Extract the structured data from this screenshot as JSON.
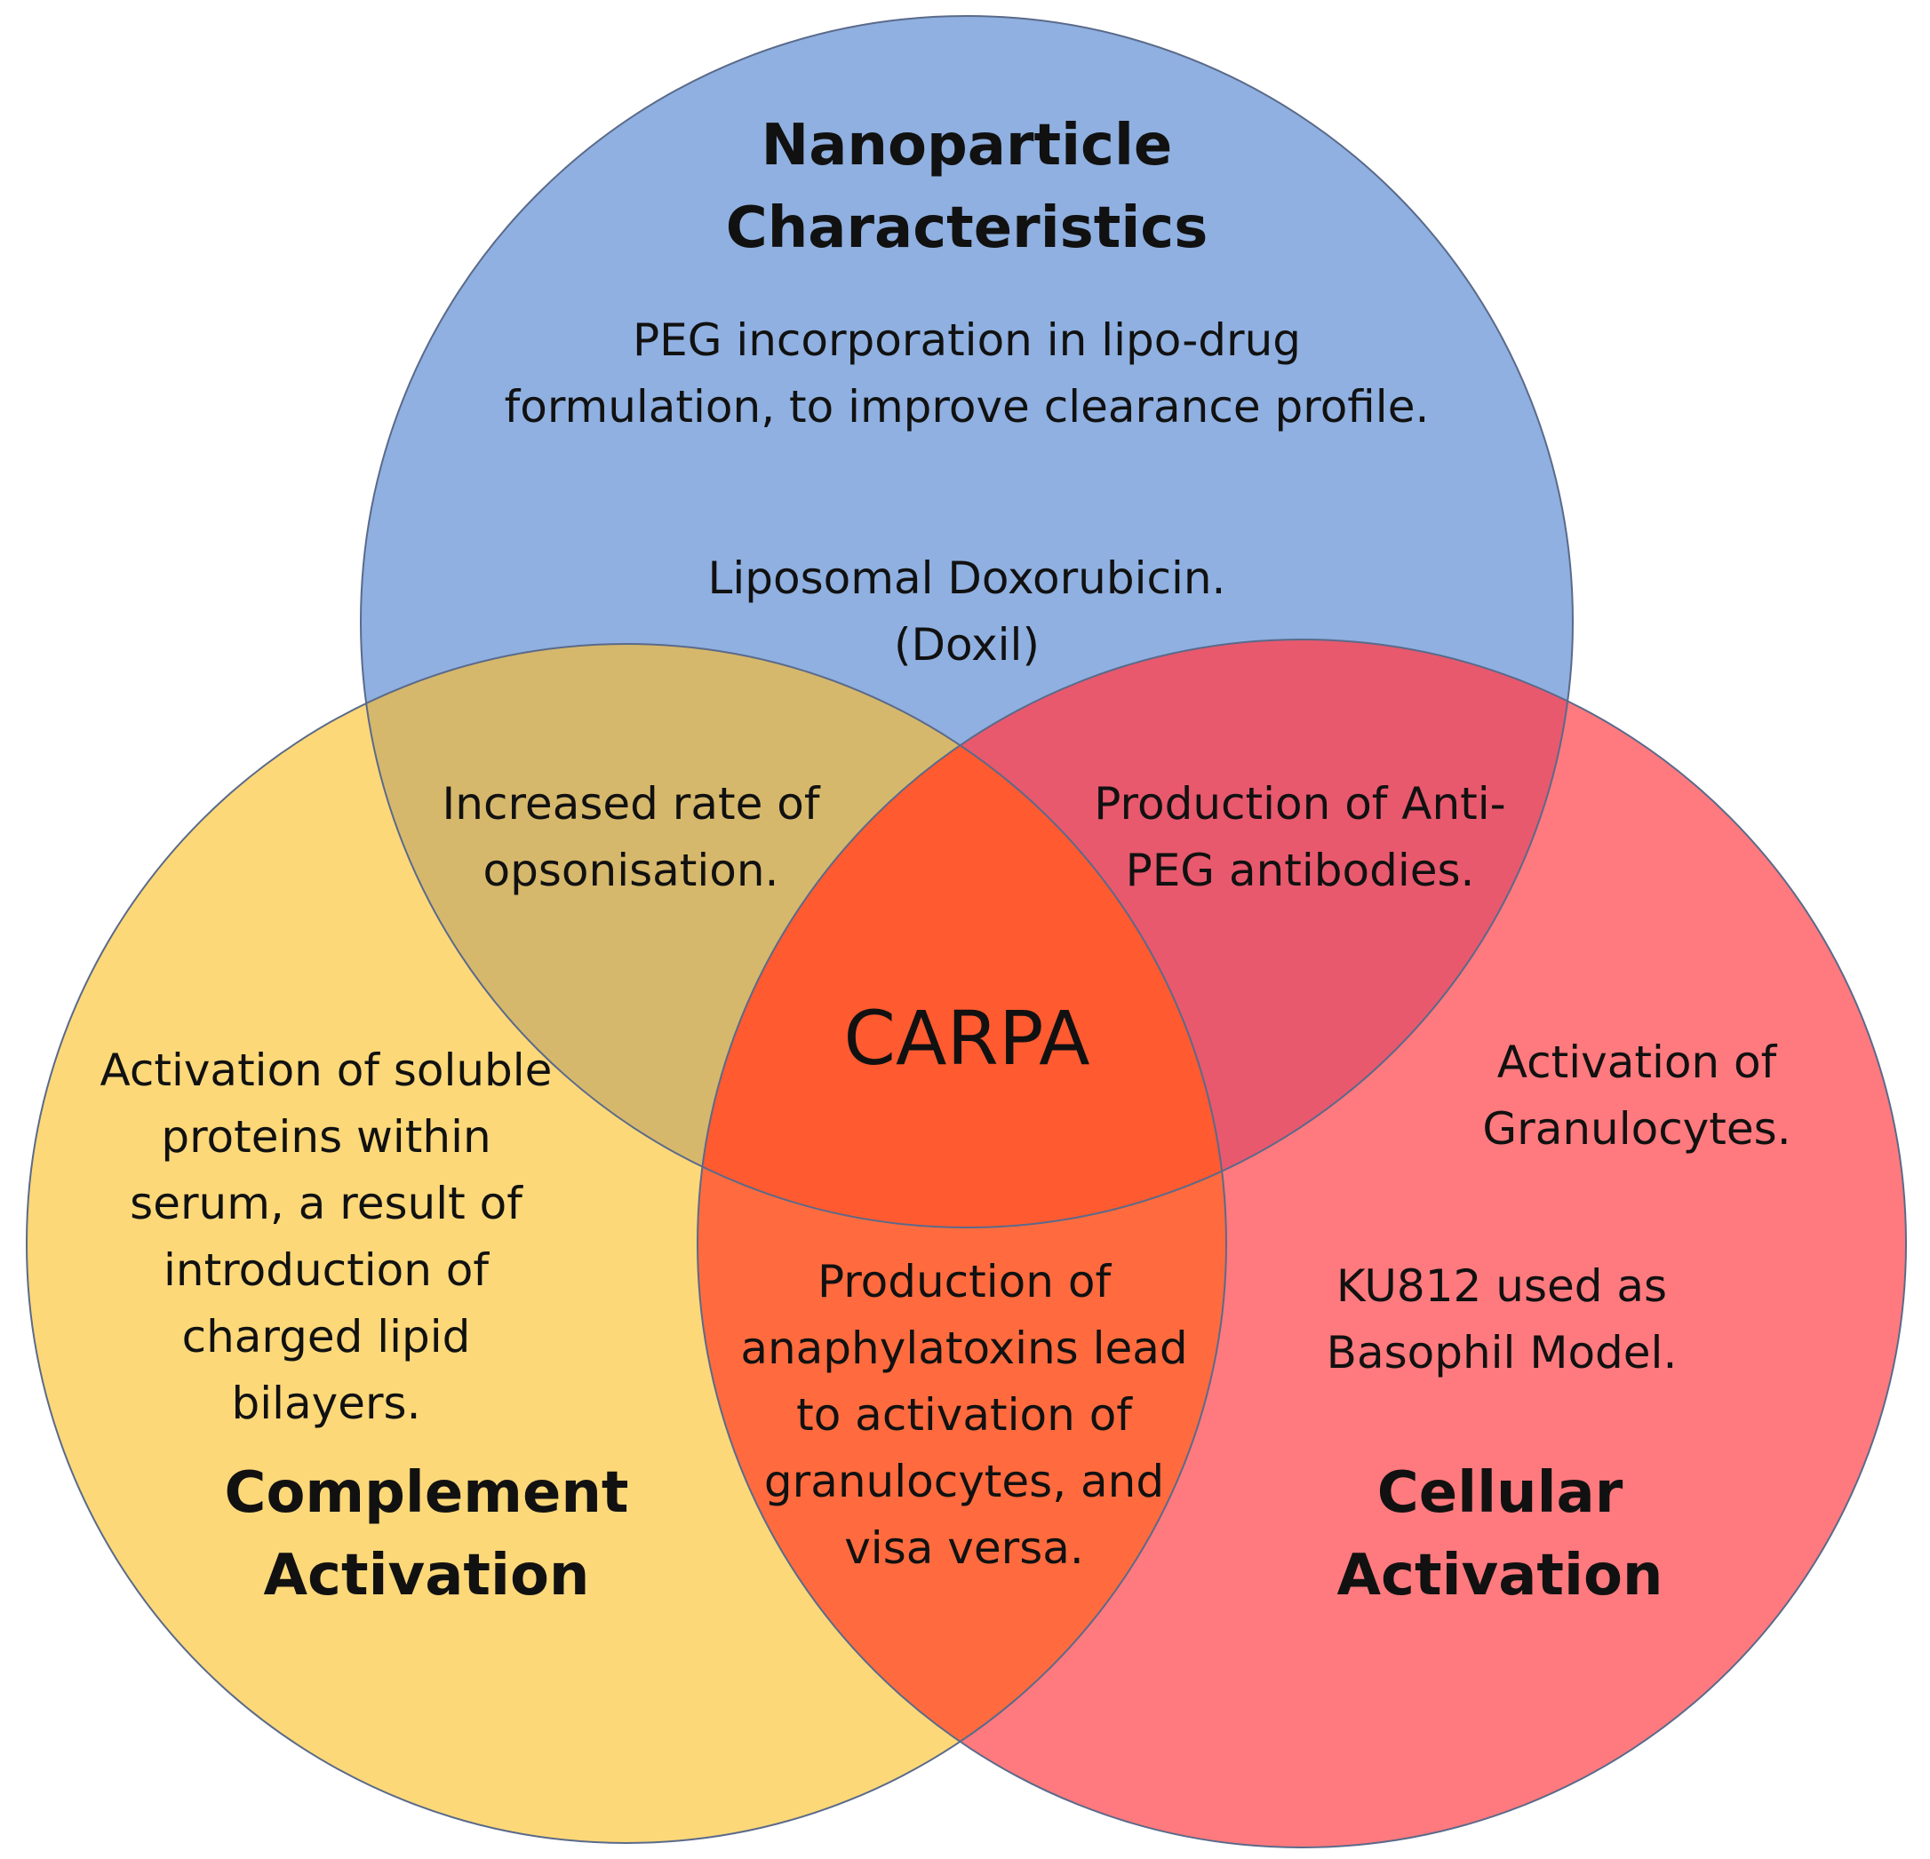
{
  "sets": {
    "nanoparticle": {
      "title_line1": "Nanoparticle",
      "title_line2": "Characteristics",
      "text1_line1": "PEG incorporation in lipo-drug",
      "text1_line2": "formulation, to improve clearance profile.",
      "text2_line1": "Liposomal Doxorubicin.",
      "text2_line2": "(Doxil)",
      "color": "#8fb0e0"
    },
    "complement": {
      "title_line1": "Complement",
      "title_line2": "Activation",
      "text_line1": "Activation of soluble",
      "text_line2": "proteins within",
      "text_line3": "serum, a result of",
      "text_line4": "introduction of",
      "text_line5": "charged lipid",
      "text_line6": "bilayers.",
      "color": "#fcd879"
    },
    "cellular": {
      "title_line1": "Cellular",
      "title_line2": "Activation",
      "text1_line1": "Activation of",
      "text1_line2": "Granulocytes.",
      "text2_line1": "KU812 used as",
      "text2_line2": "Basophil Model.",
      "color": "#ff7a7e"
    }
  },
  "overlaps": {
    "nano_complement_line1": "Increased rate of",
    "nano_complement_line2": "opsonisation.",
    "nano_cellular_line1": "Production of Anti-",
    "nano_cellular_line2": "PEG antibodies.",
    "complement_cellular_line1": "Production of",
    "complement_cellular_line2": "anaphylatoxins lead",
    "complement_cellular_line3": "to activation of",
    "complement_cellular_line4": "granulocytes, and",
    "complement_cellular_line5": "visa versa.",
    "center": "CARPA"
  },
  "colors": {
    "nano_complement": "#d6b86c",
    "nano_cellular": "#e8596e",
    "complement_cellular": "#ff6b3e",
    "center": "#ff5a30",
    "outline": "#5a6a8a"
  }
}
